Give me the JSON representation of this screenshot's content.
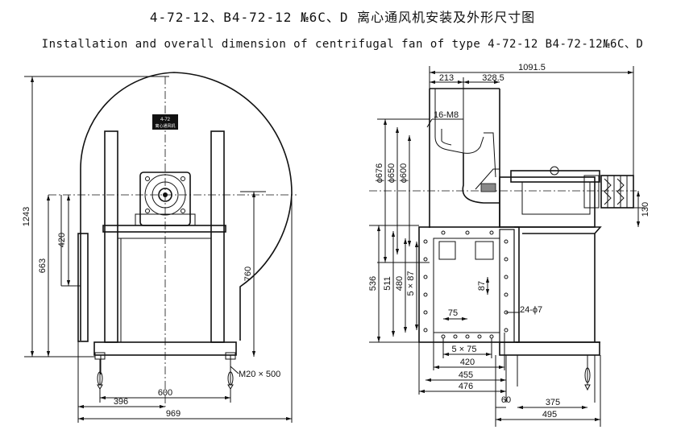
{
  "title_cn": "4-72-12、B4-72-12 №6C、D 离心通风机安装及外形尺寸图",
  "title_en": "Installation and overall dimension of centrifugal fan of type 4-72-12 B4-72-12№6C、D",
  "nameplate": {
    "line1": "4-72",
    "line2": "离心通风机"
  },
  "dimensions": {
    "d1243": "1243",
    "d663": "663",
    "d420_v": "420",
    "d760": "760",
    "d600": "600",
    "d396": "396",
    "d969": "969",
    "bolt": "M20 × 500",
    "d1091": "1091.5",
    "d213": "213",
    "d328": "328.5",
    "holes16": "16-M8",
    "phi676": "ϕ676",
    "phi650": "ϕ650",
    "phi600": "ϕ600",
    "d536": "536",
    "d511": "511",
    "d480": "480",
    "d5x87": "5 × 87",
    "d87": "87",
    "d75": "75",
    "holes24": "24-ϕ7",
    "d5x75": "5 × 75",
    "d420_h": "420",
    "d455": "455",
    "d476": "476",
    "d130": "130",
    "d60": "60",
    "d375": "375",
    "d495": "495"
  }
}
